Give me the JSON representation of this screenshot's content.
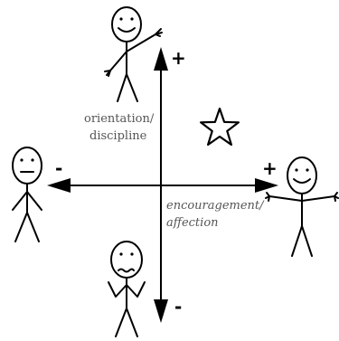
{
  "diagram": {
    "labels": {
      "vertical_axis_line1": "orientation/",
      "vertical_axis_line2": "discipline",
      "horizontal_axis_line1": "encouragement/",
      "horizontal_axis_line2": "affection"
    },
    "signs": {
      "top": "+",
      "bottom": "-",
      "left": "-",
      "right": "+"
    },
    "figures": [
      {
        "position": "top",
        "expression": "happy",
        "pose": "pointing"
      },
      {
        "position": "left",
        "expression": "neutral",
        "pose": "arms-down"
      },
      {
        "position": "right",
        "expression": "happy",
        "pose": "arms-open"
      },
      {
        "position": "bottom",
        "expression": "worried",
        "pose": "arms-bent"
      }
    ],
    "marker_icon": "star-icon"
  }
}
